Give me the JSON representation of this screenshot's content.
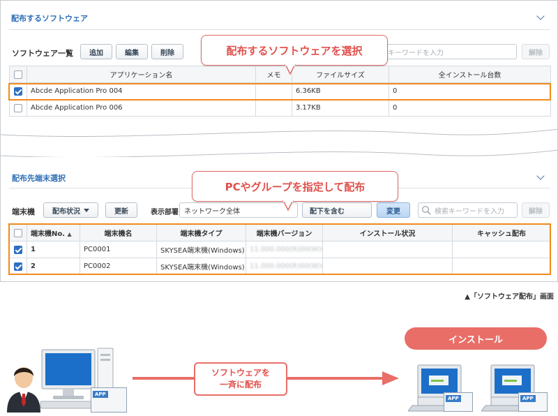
{
  "top": {
    "section_title": "配布するソフトウェア",
    "list_label": "ソフトウェア一覧",
    "buttons": {
      "add": "追加",
      "edit": "編集",
      "delete": "削除"
    },
    "search_placeholder": "キーワードを入力",
    "clear_label": "解除",
    "callout": "配布するソフトウェアを選択",
    "columns": [
      "アプリケーション名",
      "メモ",
      "ファイルサイズ",
      "全インストール台数"
    ],
    "rows": [
      {
        "checked": true,
        "name": "Abcde Application Pro 004",
        "memo": "",
        "size": "6.36KB",
        "count": "0"
      },
      {
        "checked": false,
        "name": "Abcde Application Pro 006",
        "memo": "",
        "size": "3.17KB",
        "count": "0"
      }
    ]
  },
  "bottom": {
    "section_title": "配布先端末選択",
    "terminal_label": "端末機",
    "status_dropdown": "配布状況",
    "update_button": "更新",
    "dept_label": "表示部署",
    "dept_value": "ネットワーク全体",
    "include_sub": "配下を含む",
    "change_button": "変更",
    "search_placeholder": "検索キーワードを入力",
    "clear_label": "解除",
    "callout": "PCやグループを指定して配布",
    "columns": [
      "端末機No.",
      "端末機名",
      "端末機タイプ",
      "端末機バージョン",
      "インストール状況",
      "キャッシュ配布"
    ],
    "rows": [
      {
        "checked": true,
        "no": "1",
        "name": "PC0001",
        "type": "SKYSEA端末機(Windows)",
        "version": "11.000.000(R)00(W)00",
        "status": "",
        "cache": ""
      },
      {
        "checked": true,
        "no": "2",
        "name": "PC0002",
        "type": "SKYSEA端末機(Windows)",
        "version": "11.000.000(R)00(W)00",
        "status": "",
        "cache": ""
      }
    ]
  },
  "caption": "▲「ソフトウェア配布」画面",
  "diagram": {
    "arrow_label_line1": "ソフトウェアを",
    "arrow_label_line2": "一斉に配布",
    "install_label": "インストール",
    "app_tag": "APP",
    "accent_color": "#e96e68",
    "highlight_color": "#f08a1c"
  }
}
